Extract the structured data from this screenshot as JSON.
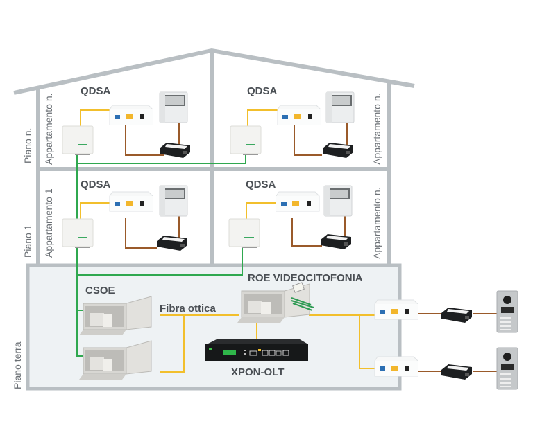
{
  "colors": {
    "wall": "#b9bfc3",
    "ground_floor_bg": "#eef2f4",
    "fiber_green": "#2fa84f",
    "fiber_yellow": "#f2bf2c",
    "copper_brown": "#9a5a2a",
    "label_dark": "#4a4f54",
    "label_side": "#6b7075"
  },
  "floors": [
    {
      "id": "piano-n",
      "label": "Piano n.",
      "apartments": [
        {
          "label": "Appartamento  n.",
          "cabinet_label": "QDSA"
        },
        {
          "label": "Appartamento  n.",
          "cabinet_label": "QDSA"
        }
      ]
    },
    {
      "id": "piano-1",
      "label": "Piano 1",
      "apartments": [
        {
          "label": "Appartamento 1",
          "cabinet_label": "QDSA"
        },
        {
          "label": "Appartamento  n.",
          "cabinet_label": "QDSA"
        }
      ]
    },
    {
      "id": "piano-terra",
      "label": "Piano terra"
    }
  ],
  "ground": {
    "csoe_label": "CSOE",
    "fiber_label": "Fibra ottica",
    "roe_label": "ROE VIDEOCITOFONIA",
    "olt_label": "XPON-OLT"
  },
  "devices": {
    "ont": "ont-icon",
    "wall_terminal": "optical-terminal-icon",
    "monitor": "video-intercom-monitor-icon",
    "poe_injector": "poe-injector-icon",
    "door_panel": "door-entry-panel-icon",
    "cabinet": "fiber-cabinet-icon",
    "olt": "olt-switch-icon"
  }
}
